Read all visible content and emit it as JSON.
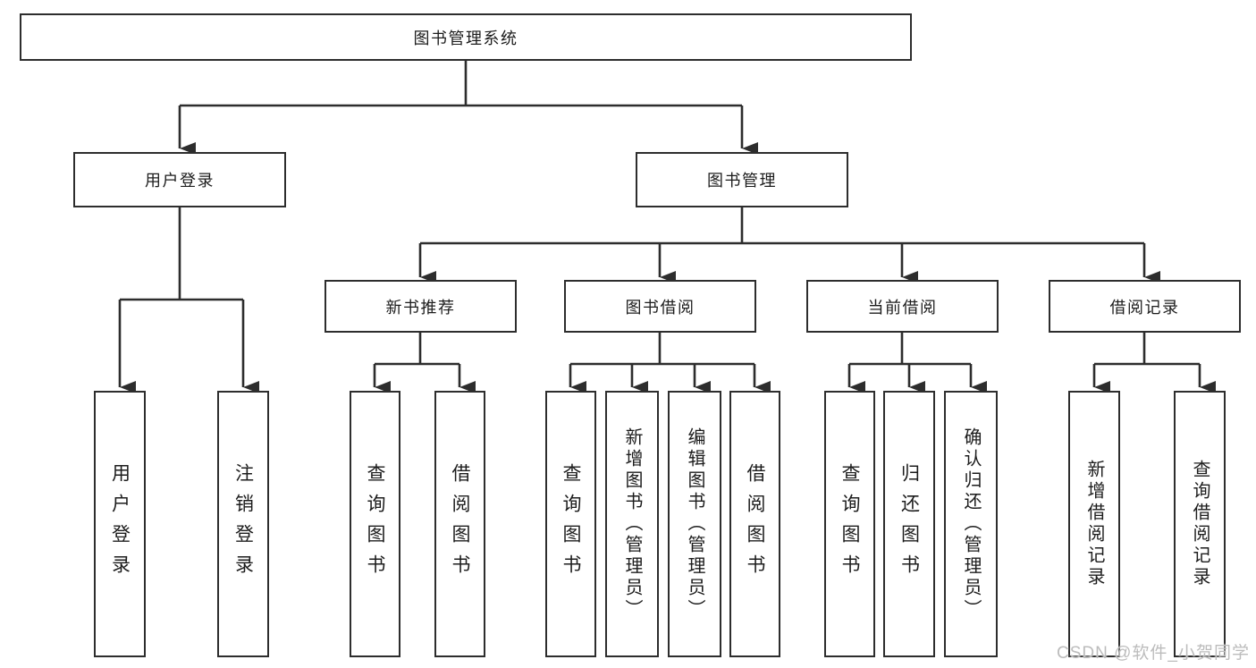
{
  "diagram": {
    "root": {
      "label": "图书管理系统"
    },
    "branches": {
      "user_login": {
        "label": "用户登录",
        "children": {
          "login": {
            "label": "用户登录"
          },
          "logout": {
            "label": "注销登录"
          }
        }
      },
      "book_mgmt": {
        "label": "图书管理",
        "sections": {
          "new_books": {
            "label": "新书推荐",
            "children": {
              "query": {
                "label": "查询图书"
              },
              "borrow": {
                "label": "借阅图书"
              }
            }
          },
          "book_borrow": {
            "label": "图书借阅",
            "children": {
              "query": {
                "label": "查询图书"
              },
              "add": {
                "label": "新增图书（管理员）"
              },
              "edit": {
                "label": "编辑图书（管理员）"
              },
              "borrow": {
                "label": "借阅图书"
              }
            }
          },
          "current_borrow": {
            "label": "当前借阅",
            "children": {
              "query": {
                "label": "查询图书"
              },
              "return": {
                "label": "归还图书"
              },
              "confirm": {
                "label": "确认归还（管理员）"
              }
            }
          },
          "borrow_records": {
            "label": "借阅记录",
            "children": {
              "add": {
                "label": "新增借阅记录"
              },
              "query": {
                "label": "查询借阅记录"
              }
            }
          }
        }
      }
    }
  },
  "watermark": {
    "text": "CSDN @软件_小贺同学"
  },
  "colors": {
    "line": "#2d2d2d",
    "text": "#1c1c1c",
    "background": "#ffffff",
    "watermark": "#bcbcbc"
  }
}
